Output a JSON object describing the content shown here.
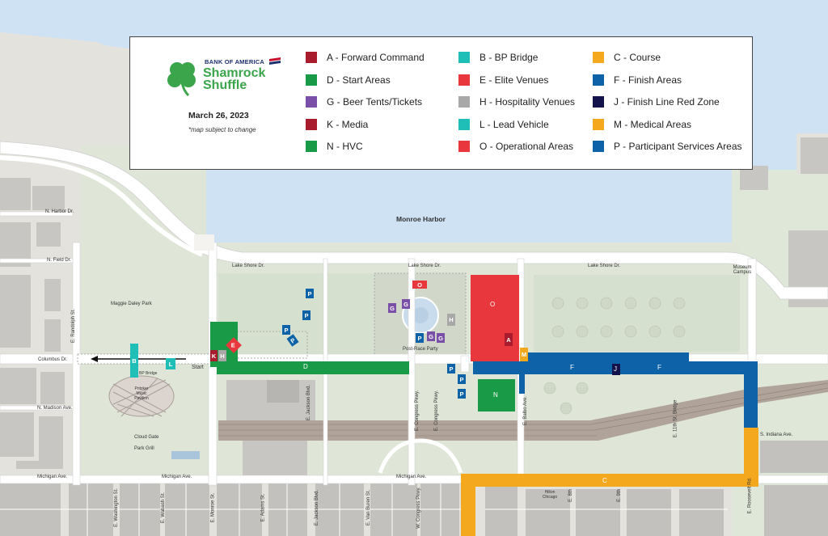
{
  "legend": {
    "brand": {
      "sponsor": "BANK OF AMERICA",
      "event_line1": "Shamrock",
      "event_line2": "Shuffle"
    },
    "date": "March 26, 2023",
    "disclaimer": "*map subject to change",
    "items": [
      {
        "label": "A - Forward Command",
        "color": "#a81c2e"
      },
      {
        "label": "B - BP Bridge",
        "color": "#1fbfb8"
      },
      {
        "label": "C - Course",
        "color": "#f4a81e"
      },
      {
        "label": "D - Start Areas",
        "color": "#199a46"
      },
      {
        "label": "E - Elite Venues",
        "color": "#e8383e"
      },
      {
        "label": "F - Finish Areas",
        "color": "#0e62a8"
      },
      {
        "label": "G - Beer Tents/Tickets",
        "color": "#7a4fa8"
      },
      {
        "label": "H - Hospitality Venues",
        "color": "#a8a8a8"
      },
      {
        "label": "J - Finish Line Red Zone",
        "color": "#14124a"
      },
      {
        "label": "K - Media",
        "color": "#a81c2e"
      },
      {
        "label": "L - Lead Vehicle",
        "color": "#1fbfb8"
      },
      {
        "label": "M - Medical Areas",
        "color": "#f4a81e"
      },
      {
        "label": "N - HVC",
        "color": "#199a46"
      },
      {
        "label": "O - Operational Areas",
        "color": "#e8383e"
      },
      {
        "label": "P - Participant Services Areas",
        "color": "#0e62a8"
      }
    ]
  },
  "places": {
    "harbor": "Monroe Harbor",
    "post_race": "Post-Race Party",
    "start": "Start",
    "maggie": "Maggie Daley Park",
    "museum": "Museum Campus",
    "cloud_gate": "Cloud Gate",
    "park_grill": "Park Grill",
    "pritzker": "Pritzker Music Pavilion",
    "bp_bridge": "BP Bridge",
    "hilton": "Hilton Chicago"
  },
  "streets": {
    "lake_shore_1": "Lake Shore Dr.",
    "lake_shore_2": "Lake Shore Dr.",
    "lake_shore_3": "Lake Shore Dr.",
    "harbor_dr": "N. Harbor Dr.",
    "field_dr": "N. Field Dr.",
    "randolph": "E. Randolph St.",
    "columbus": "Columbus Dr.",
    "madison": "N. Madison Ave.",
    "michigan_1": "Michigan Ave.",
    "michigan_2": "Michigan Ave.",
    "michigan_3": "Michigan Ave.",
    "washington": "E. Washington St.",
    "wabash": "E. Wabash St.",
    "monroe": "E. Monroe St.",
    "adams": "E. Adams St.",
    "jackson": "E. Jackson Blvd.",
    "van_buren": "E. Van Buren St.",
    "congress_1": "W. Congress Pkwy.",
    "congress_2": "E. Congress Pkwy.",
    "congress_3": "E. Congress Pkwy.",
    "balbo": "E. Balbo Ave.",
    "harrison": "E. 8th",
    "ninth": "E. 9th",
    "eleventh": "E. 11th St. Bridge",
    "roosevelt": "E. Roosevelt Rd.",
    "indiana": "S. Indiana Ave.",
    "jackson2": "E. Jackson Blvd."
  },
  "zones": {
    "D": "D",
    "F1": "F",
    "F2": "F",
    "J": "J",
    "N": "N",
    "C": "C",
    "O1": "O",
    "O2": "O",
    "A": "A",
    "M": "M",
    "B": "B",
    "L": "L",
    "K": "K",
    "H1": "H",
    "H2": "H",
    "E": "E",
    "G1": "G",
    "G2": "G",
    "G3": "G",
    "G4": "G",
    "P": "P"
  }
}
